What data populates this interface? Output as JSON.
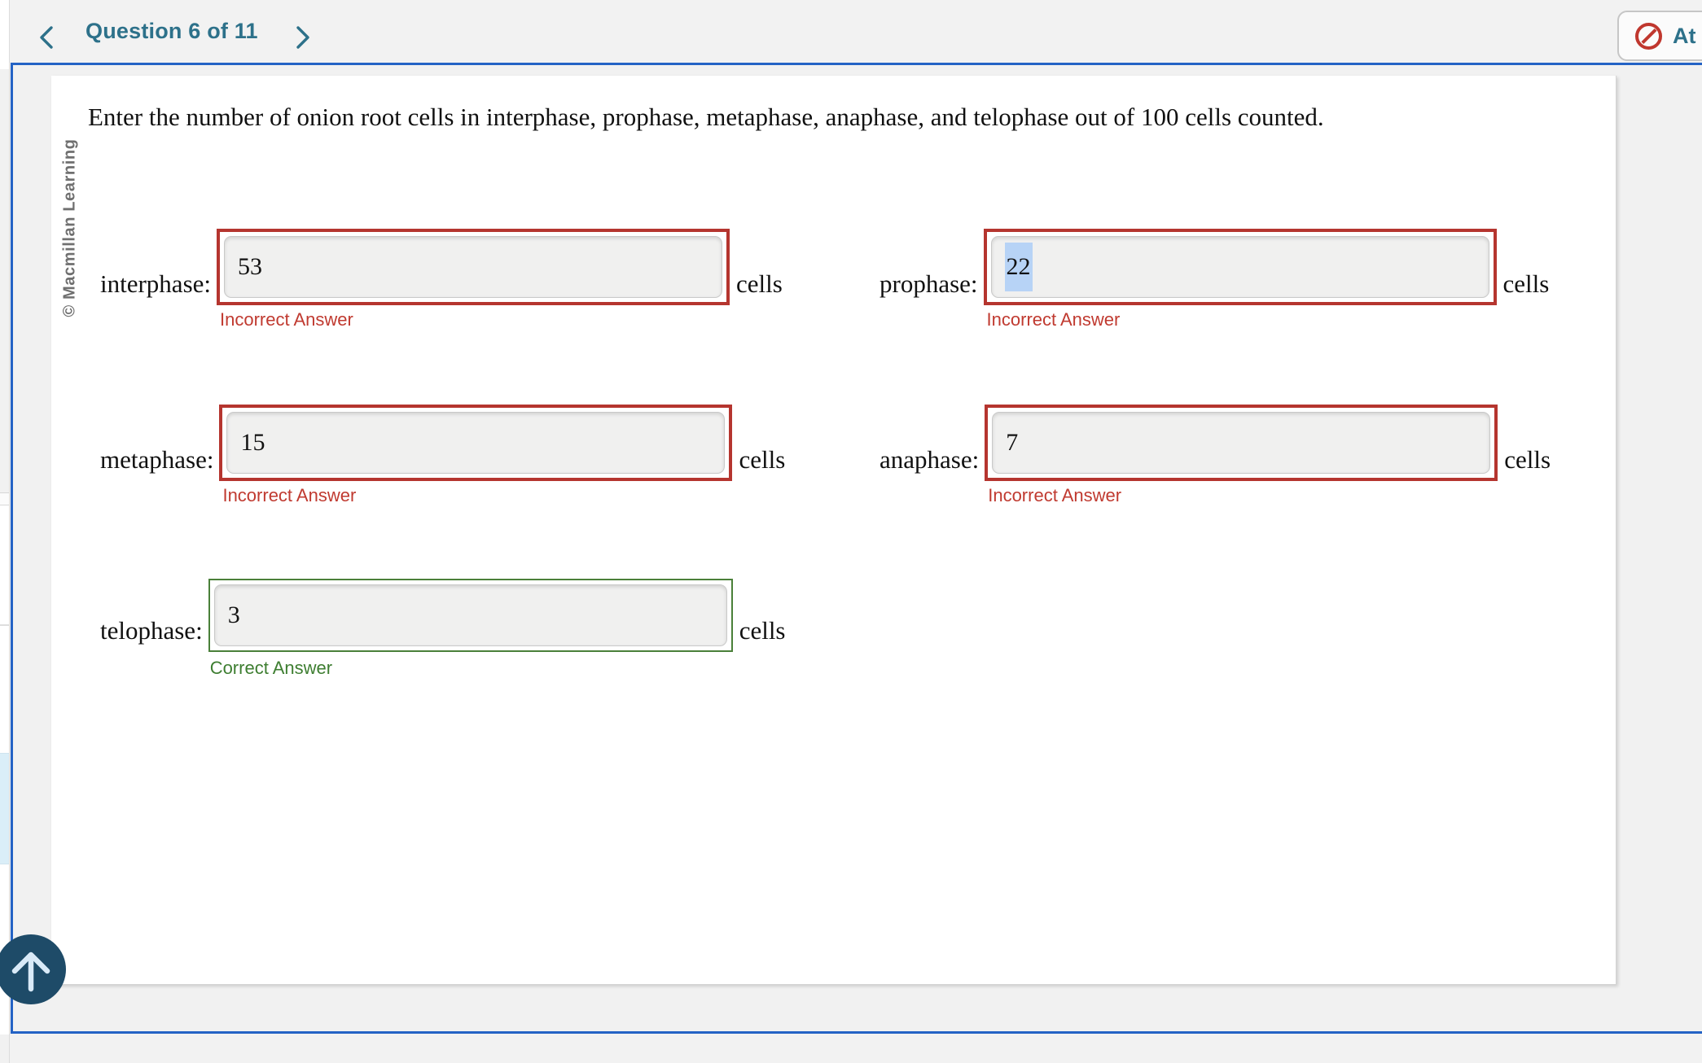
{
  "topbar": {
    "title": "Question 6 of 11",
    "prev_icon": "chevron-left",
    "next_icon": "chevron-right"
  },
  "attempt_button": {
    "visible_label": "At",
    "icon": "prohibition-icon"
  },
  "panel": {
    "copyright_vertical": "© Macmillan Learning",
    "question": "Enter the number of onion root cells in interphase, prophase, metaphase, anaphase, and telophase out of 100 cells counted."
  },
  "fields": [
    {
      "label": "interphase:",
      "value": "53",
      "unit": "cells",
      "feedback": "Incorrect Answer",
      "status": "incorrect",
      "selected": false
    },
    {
      "label": "prophase:",
      "value": "22",
      "unit": "cells",
      "feedback": "Incorrect Answer",
      "status": "incorrect",
      "selected": true
    },
    {
      "label": "metaphase:",
      "value": "15",
      "unit": "cells",
      "feedback": "Incorrect Answer",
      "status": "incorrect",
      "selected": false
    },
    {
      "label": "anaphase:",
      "value": "7",
      "unit": "cells",
      "feedback": "Incorrect Answer",
      "status": "incorrect",
      "selected": false
    },
    {
      "label": "telophase:",
      "value": "3",
      "unit": "cells",
      "feedback": "Correct Answer",
      "status": "correct",
      "selected": false
    }
  ],
  "scroll_top": {
    "icon": "arrow-up-icon"
  },
  "colors": {
    "accent_teal": "#2d718a",
    "frame_blue": "#2463c5",
    "incorrect_red_border": "#b5352f",
    "incorrect_red_text": "#c03a30",
    "correct_green_border": "#4a8039",
    "correct_green_text": "#3e7e31",
    "selection_blue": "#b7d3f6",
    "scroll_circle_navy": "#1e4b68"
  }
}
